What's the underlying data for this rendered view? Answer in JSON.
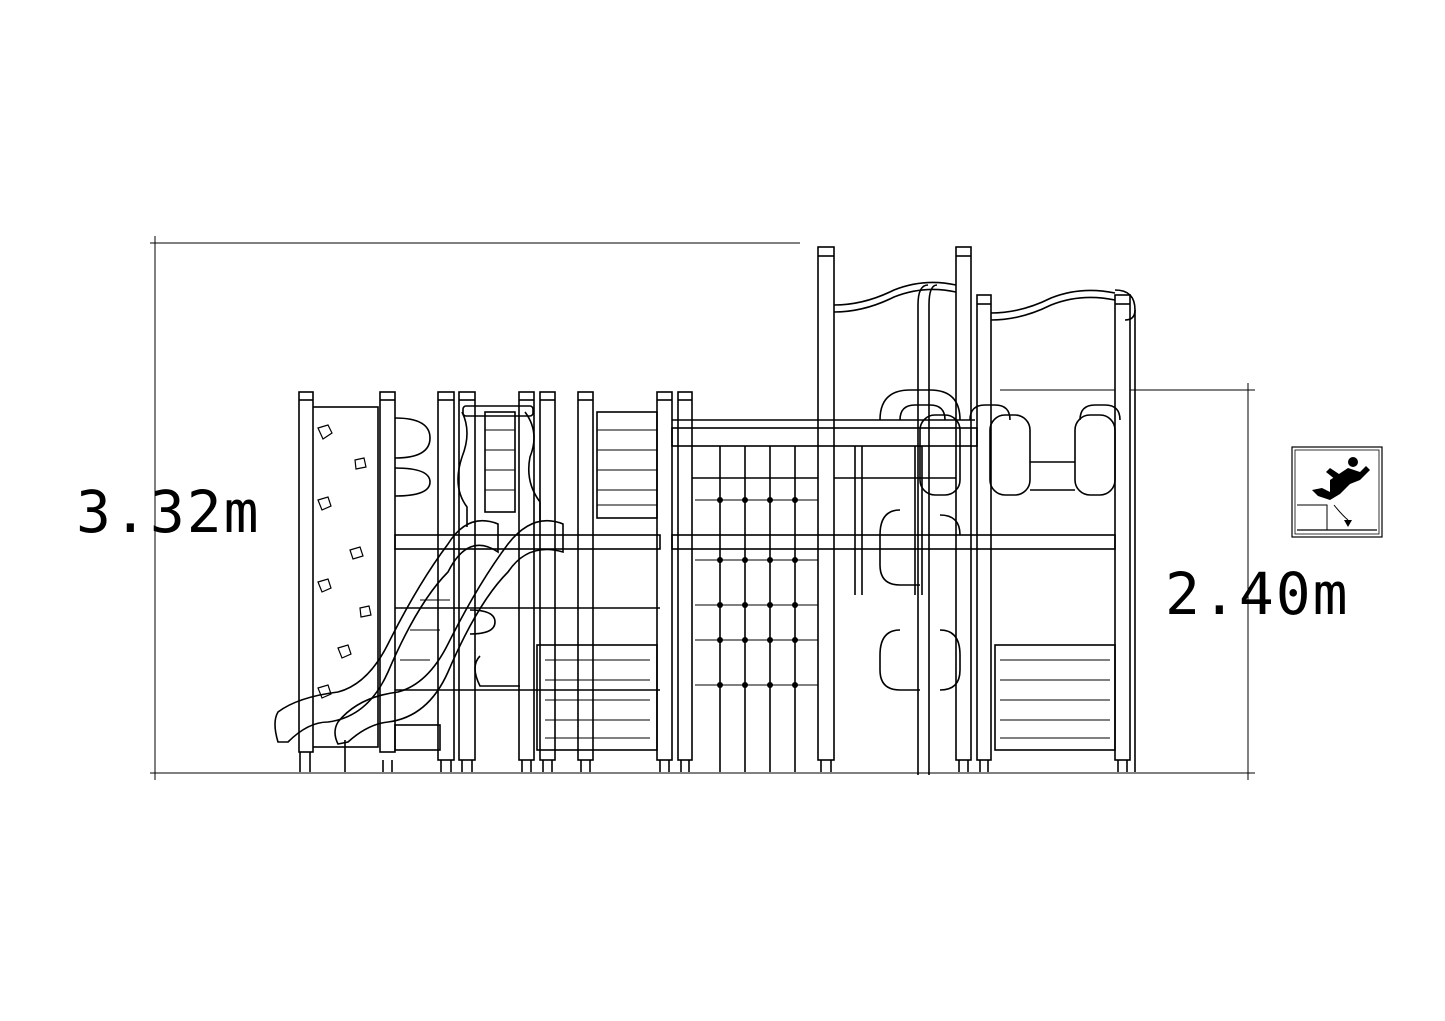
{
  "dimensions": {
    "total_height_label": "3.32m",
    "platform_height_label": "2.40m"
  },
  "fall_height_icon": "fall-height-pictogram",
  "colors": {
    "line": "#000000",
    "background": "#ffffff"
  }
}
